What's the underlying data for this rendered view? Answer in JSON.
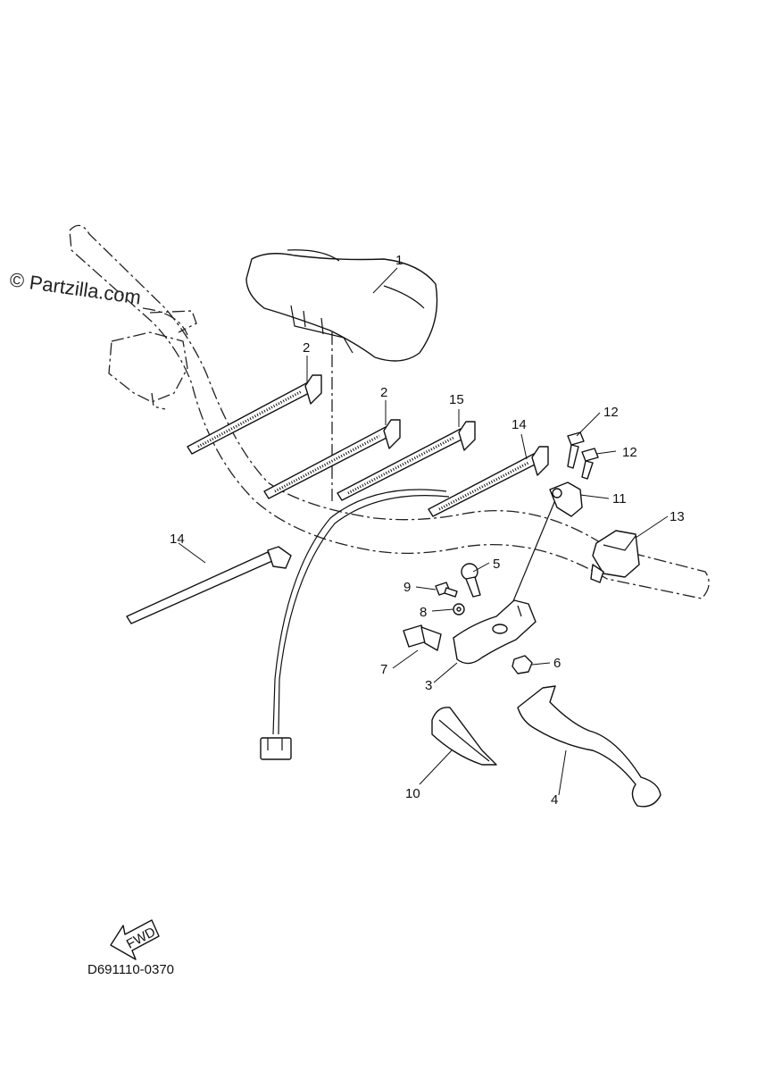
{
  "watermark": "© Partzilla.com",
  "diagram_code": "D691110-0370",
  "fwd_label": "FWD",
  "callouts": [
    {
      "id": "c1",
      "text": "1"
    },
    {
      "id": "c2a",
      "text": "2"
    },
    {
      "id": "c2b",
      "text": "2"
    },
    {
      "id": "c15",
      "text": "15"
    },
    {
      "id": "c14a",
      "text": "14"
    },
    {
      "id": "c12a",
      "text": "12"
    },
    {
      "id": "c12b",
      "text": "12"
    },
    {
      "id": "c11",
      "text": "11"
    },
    {
      "id": "c13",
      "text": "13"
    },
    {
      "id": "c14b",
      "text": "14"
    },
    {
      "id": "c5",
      "text": "5"
    },
    {
      "id": "c9",
      "text": "9"
    },
    {
      "id": "c8",
      "text": "8"
    },
    {
      "id": "c7",
      "text": "7"
    },
    {
      "id": "c3",
      "text": "3"
    },
    {
      "id": "c6",
      "text": "6"
    },
    {
      "id": "c10",
      "text": "10"
    },
    {
      "id": "c4",
      "text": "4"
    }
  ]
}
